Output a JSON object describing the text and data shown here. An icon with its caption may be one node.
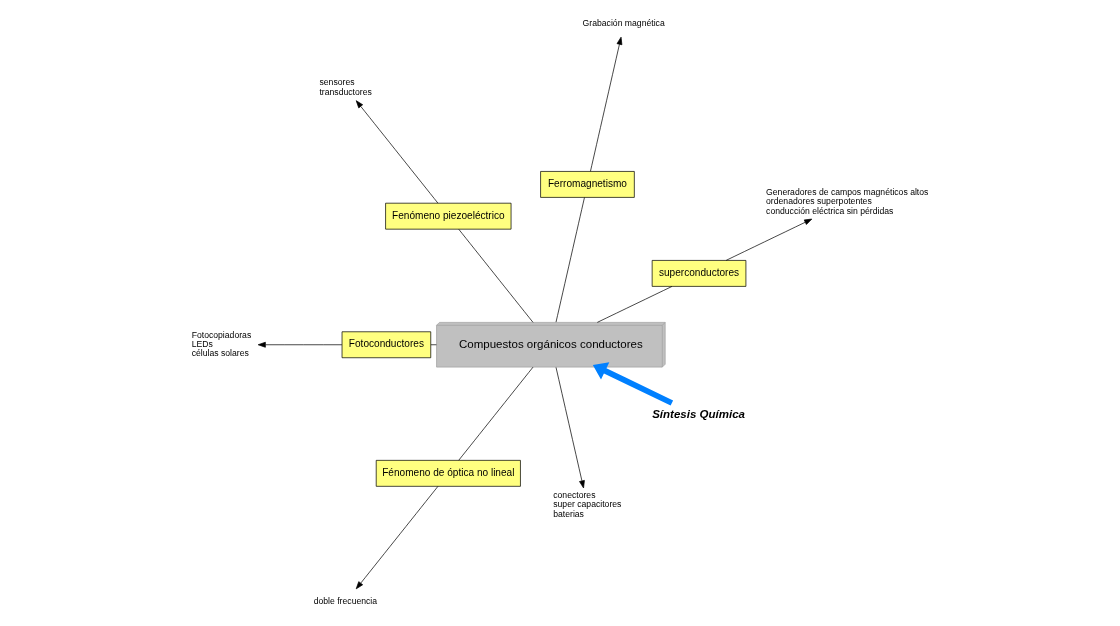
{
  "diagram": {
    "nodes": [
      {
        "text": [
          "Síntesis Química"
        ]
      },
      {
        "text": [
          "Compuestos orgánicos conductores"
        ]
      },
      {
        "text": [
          "superconductores"
        ]
      },
      {
        "text": [
          "Generadores de campos magnéticos altos",
          "ordenadores superpotentes",
          "conducción eléctrica sin pérdidas"
        ]
      },
      {
        "text": [
          "Ferromagnetismo"
        ]
      },
      {
        "text": [
          "Grabación magnética"
        ]
      },
      {
        "text": [
          "Fenómeno piezoeléctrico"
        ]
      },
      {
        "text": [
          "sensores",
          "transductores"
        ]
      },
      {
        "text": [
          "Fotoconductores"
        ]
      },
      {
        "text": [
          "Fotocopiadoras",
          "LEDs",
          "células solares"
        ]
      },
      {
        "text": [
          "Fénomeno de óptica no lineal"
        ]
      },
      {
        "text": [
          "doble frecuencia"
        ]
      },
      {
        "text": [
          "conectores",
          "super capacitores",
          "baterias"
        ]
      }
    ],
    "edges": [
      {
        "from": 0,
        "to": 1,
        "arrow": "to",
        "style": "thick",
        "color": "#0080ff"
      },
      {
        "from": 1,
        "to": 2,
        "arrow": "none"
      },
      {
        "from": 2,
        "to": 3,
        "arrow": "to"
      },
      {
        "from": 1,
        "to": 4,
        "arrow": "none"
      },
      {
        "from": 4,
        "to": 5,
        "arrow": "to"
      },
      {
        "from": 1,
        "to": 6,
        "arrow": "none"
      },
      {
        "from": 6,
        "to": 7,
        "arrow": "to"
      },
      {
        "from": 1,
        "to": 8,
        "arrow": "none"
      },
      {
        "from": 8,
        "to": 9,
        "arrow": "to"
      },
      {
        "from": 1,
        "to": 10,
        "arrow": "none"
      },
      {
        "from": 10,
        "to": 11,
        "arrow": "to"
      },
      {
        "from": 1,
        "to": 12,
        "arrow": "to"
      }
    ]
  }
}
